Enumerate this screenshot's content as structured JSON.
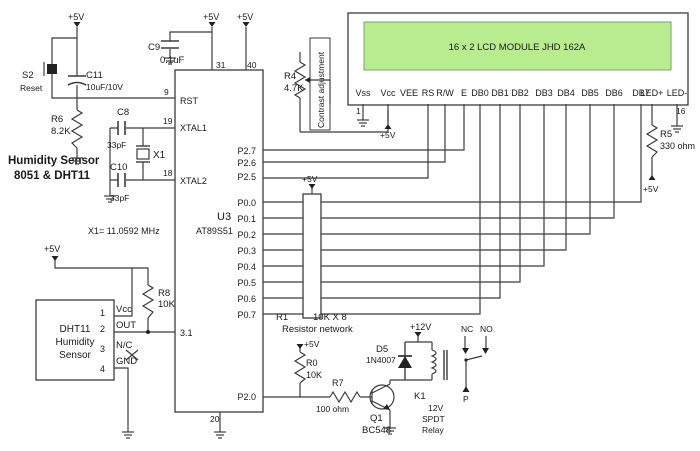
{
  "title": {
    "line1": "Humidity Sensor",
    "line2": "8051 & DHT11"
  },
  "supply": {
    "vcc": "+5V",
    "relay_vcc": "+12V"
  },
  "mcu": {
    "ref": "U3",
    "part": "AT89S51",
    "pins": {
      "rst": "RST",
      "xtal1": "XTAL1",
      "xtal2": "XTAL2",
      "p27": "P2.7",
      "p26": "P2.6",
      "p25": "P2.5",
      "p00": "P0.0",
      "p01": "P0.1",
      "p02": "P0.2",
      "p03": "P0.3",
      "p04": "P0.4",
      "p05": "P0.5",
      "p06": "P0.6",
      "p07": "P0.7",
      "p31": "3.1",
      "p20": "P2.0"
    },
    "pin_numbers": {
      "n9": "9",
      "n19": "19",
      "n18": "18",
      "n31": "31",
      "n40": "40",
      "n20": "20"
    }
  },
  "lcd": {
    "label": "16 x 2 LCD MODULE  JHD  162A",
    "pins": [
      "Vss",
      "Vcc",
      "VEE",
      "RS",
      "R/W",
      "E",
      "DB0",
      "DB1",
      "DB2",
      "DB3",
      "DB4",
      "DB5",
      "DB6",
      "DB7",
      "LED+",
      "LED-"
    ],
    "pin1": "1",
    "pin16": "16"
  },
  "components": {
    "c9": {
      "ref": "C9",
      "value": "0.1uF"
    },
    "c11": {
      "ref": "C11",
      "value": "10uF/10V"
    },
    "s2": {
      "ref": "S2",
      "value": "Reset"
    },
    "r6": {
      "ref": "R6",
      "value": "8.2K"
    },
    "c8": {
      "ref": "C8",
      "value": "33pF"
    },
    "c10": {
      "ref": "C10",
      "value": "33pF"
    },
    "x1": {
      "ref": "X1",
      "value": "X1= 11.0592 MHz"
    },
    "r4": {
      "ref": "R4",
      "value": "4.7K",
      "note": "Contrast adjustment"
    },
    "r5": {
      "ref": "R5",
      "value": "330 ohm"
    },
    "r1": {
      "ref": "R1",
      "value": "10K X 8",
      "note": "Resistor network"
    },
    "r8": {
      "ref": "R8",
      "value": "10K"
    },
    "r0": {
      "ref": "R0",
      "value": "10K"
    },
    "r7": {
      "ref": "R7",
      "value": "100 ohm"
    },
    "q1": {
      "ref": "Q1",
      "value": "BC548"
    },
    "d5": {
      "ref": "D5",
      "value": "1N4007"
    },
    "k1": {
      "ref": "K1",
      "value": "12V",
      "line2": "SPDT",
      "line3": "Relay"
    },
    "relay_contacts": {
      "nc": "NC",
      "no": "NO",
      "p": "P"
    }
  },
  "dht11": {
    "name1": "DHT11",
    "name2": "Humidity",
    "name3": "Sensor",
    "pins": [
      "Vcc",
      "OUT",
      "N/C",
      "GND"
    ],
    "numbers": [
      "1",
      "2",
      "3",
      "4"
    ]
  }
}
